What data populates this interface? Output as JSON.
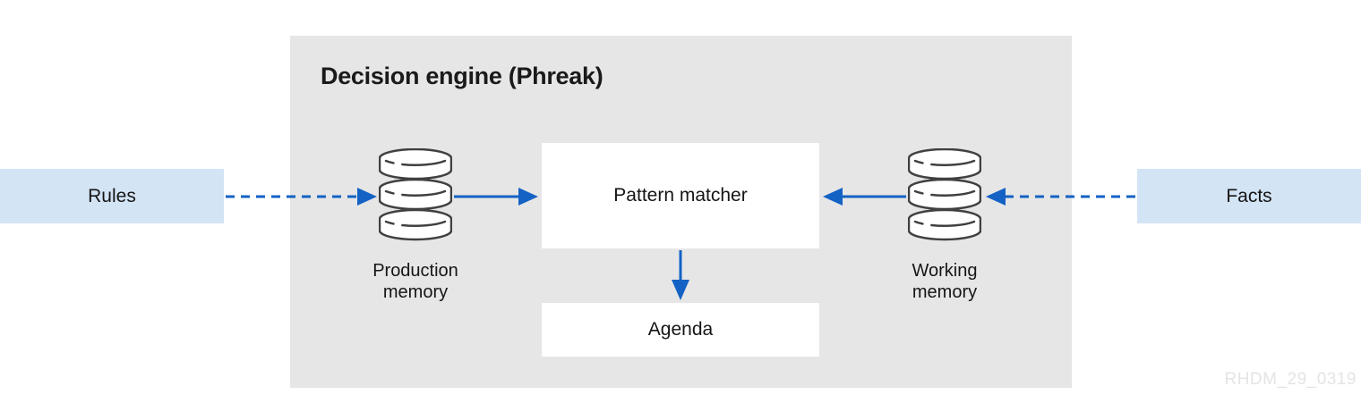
{
  "title": "Decision engine (Phreak)",
  "nodes": {
    "rules": "Rules",
    "facts": "Facts",
    "pattern_matcher": "Pattern matcher",
    "agenda": "Agenda",
    "production_memory": "Production memory",
    "working_memory": "Working memory"
  },
  "edges": [
    {
      "from": "rules",
      "to": "production_memory",
      "style": "dashed"
    },
    {
      "from": "production_memory",
      "to": "pattern_matcher",
      "style": "solid"
    },
    {
      "from": "working_memory",
      "to": "pattern_matcher",
      "style": "solid"
    },
    {
      "from": "facts",
      "to": "working_memory",
      "style": "dashed"
    },
    {
      "from": "pattern_matcher",
      "to": "agenda",
      "style": "solid"
    }
  ],
  "icons": {
    "production_memory": "database-icon",
    "working_memory": "database-icon"
  },
  "watermark": "RHDM_29_0319",
  "colors": {
    "container_bg": "#e6e6e6",
    "io_box_bg": "#d3e4f5",
    "node_bg": "#ffffff",
    "arrow": "#1362c4",
    "text": "#151515",
    "icon_outline": "#404040",
    "watermark": "#e4e4e4"
  }
}
